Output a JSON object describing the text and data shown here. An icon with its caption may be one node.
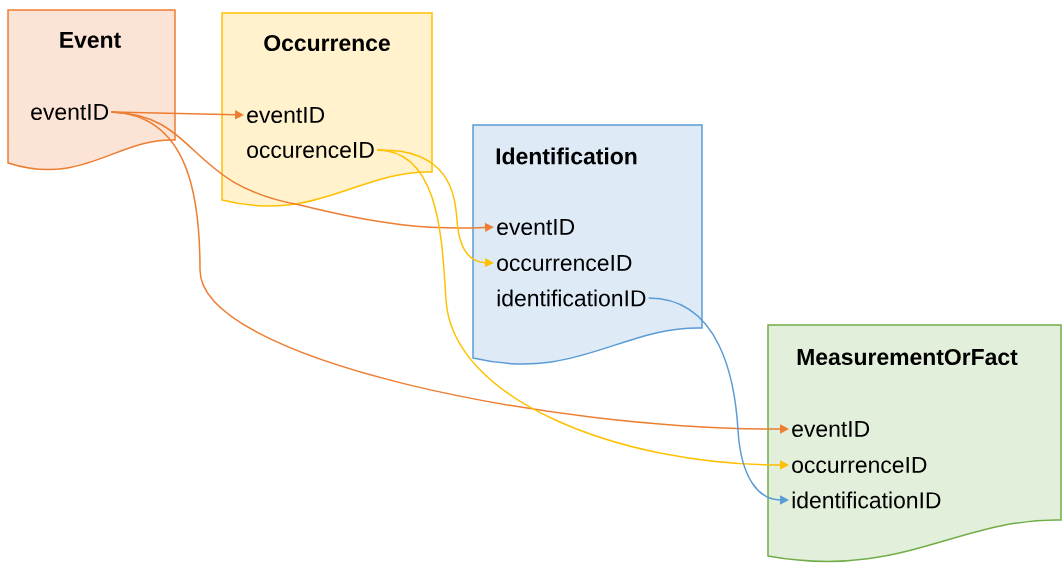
{
  "diagram": {
    "nodes": [
      {
        "text": [
          "Event"
        ]
      },
      {
        "text": [
          "eventID"
        ],
        "in": 0
      },
      {
        "text": [
          "Occurrence"
        ]
      },
      {
        "text": [
          "eventID"
        ],
        "in": 2
      },
      {
        "text": [
          "occurenceID"
        ],
        "in": 2
      },
      {
        "text": [
          "Identification"
        ]
      },
      {
        "text": [
          "eventID"
        ],
        "in": 5
      },
      {
        "text": [
          "occurrenceID"
        ],
        "in": 5
      },
      {
        "text": [
          "identificationID"
        ],
        "in": 5
      },
      {
        "text": [
          "MeasurementOrFact"
        ]
      },
      {
        "text": [
          "eventID"
        ],
        "in": 9
      },
      {
        "text": [
          "occurrenceID"
        ],
        "in": 9
      },
      {
        "text": [
          "identificationID"
        ],
        "in": 9
      }
    ],
    "edges": [
      {
        "from": 1,
        "to": 3,
        "arrow": "to",
        "color": "#ed7d31"
      },
      {
        "from": 1,
        "to": 6,
        "arrow": "to",
        "color": "#ed7d31"
      },
      {
        "from": 1,
        "to": 10,
        "arrow": "to",
        "color": "#ed7d31"
      },
      {
        "from": 4,
        "to": 7,
        "arrow": "to",
        "color": "#ffc000"
      },
      {
        "from": 4,
        "to": 11,
        "arrow": "to",
        "color": "#ffc000"
      },
      {
        "from": 8,
        "to": 12,
        "arrow": "to",
        "color": "#5b9bd5"
      }
    ]
  }
}
